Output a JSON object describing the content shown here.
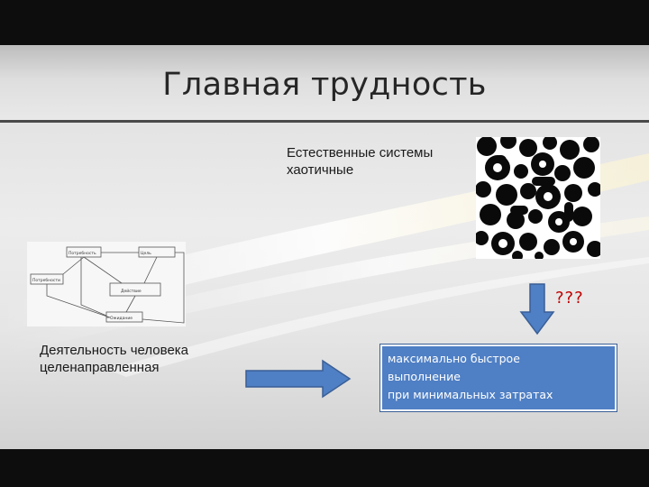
{
  "slide": {
    "title": "Главная трудность"
  },
  "natural_systems": {
    "line1": "Естественные системы",
    "line2": "хаотичные"
  },
  "human_activity": {
    "line1": "Деятельность человека",
    "line2": "целенаправленная"
  },
  "question_marks": "???",
  "result_box": {
    "lines": [
      "максимально быстрое",
      "выполнение",
      "при минимальных затратах"
    ]
  },
  "diagram": {
    "box_labels": [
      "Потребность",
      "Цель",
      "Потребности",
      "Действие",
      "Ожидание"
    ]
  },
  "icons": {
    "down_arrow": "down-arrow-icon",
    "right_arrow": "right-arrow-icon"
  },
  "colors": {
    "arrow_fill": "#4f7fc4",
    "arrow_stroke": "#3a5f96",
    "result_box": "#4f7fc4",
    "question_marks": "#c00000"
  }
}
